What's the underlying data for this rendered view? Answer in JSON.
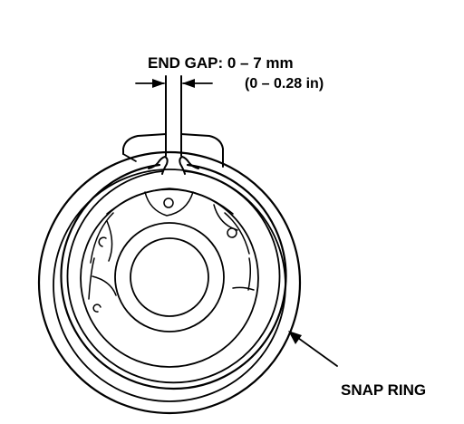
{
  "labels": {
    "end_gap": "END GAP: 0 – 7 mm",
    "end_gap_in": "(0 – 0.28 in)",
    "snap_ring": "SNAP RING"
  }
}
